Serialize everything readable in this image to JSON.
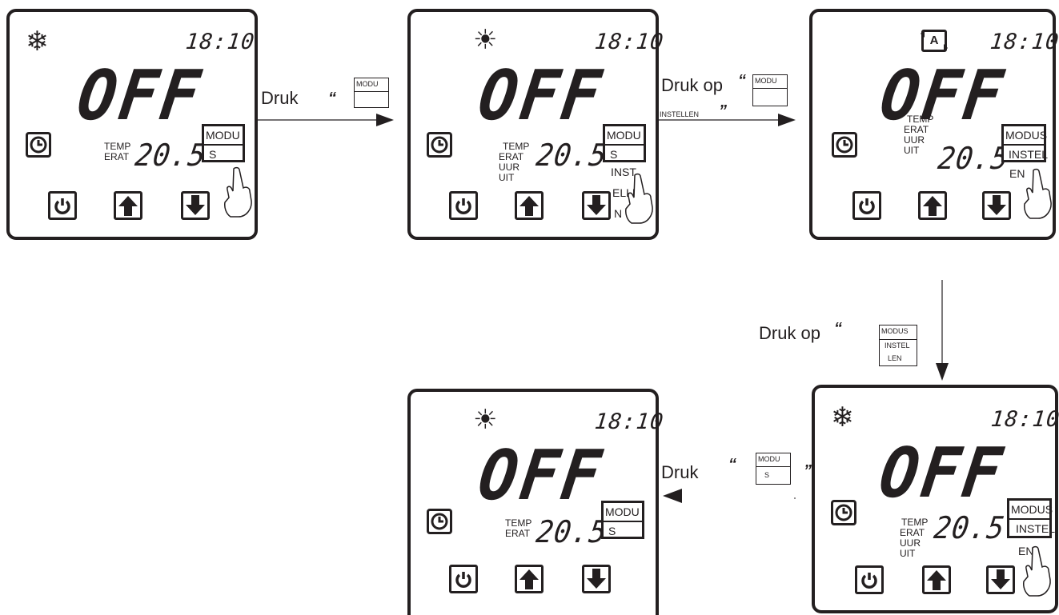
{
  "display": {
    "clock": "18:10",
    "state": "OFF",
    "temp_value": "20.5",
    "temp_label_a": "TEMP",
    "temp_label_b": "ERAT",
    "temp_label_c": "UUR",
    "temp_label_d": "UIT"
  },
  "mode_button": {
    "short_top": "MODU",
    "short_bottom": "S",
    "long_top": "MODUS",
    "long_bottom": "INSTEL",
    "long_extra": "EN",
    "overflow_1": "INST",
    "overflow_2": "ELLE",
    "overflow_3": "N"
  },
  "icons": {
    "cool": "snowflake-icon",
    "heat": "sun-icon",
    "auto": "auto-mode-icon",
    "auto_letter": "A",
    "timer": "clock-icon",
    "power": "power-icon",
    "up": "arrow-up-icon",
    "down": "arrow-down-icon",
    "press": "hand-pointer-icon"
  },
  "steps": {
    "step1_label": "Druk",
    "step1_quote_open": "“",
    "step1_key": "MODU",
    "step2_label": "Druk op",
    "step2_quote_open": "“",
    "step2_key": "MODU",
    "step2_caption": "INSTELLEN",
    "step2_quote_close": "”",
    "step3_label": "Druk op",
    "step3_quote_open": "“",
    "step3_key_1": "MODUS",
    "step3_key_2": "INSTEL",
    "step3_key_3": "LEN",
    "step4_label": "Druk",
    "step4_quote_open": "“",
    "step4_key_top": "MODU",
    "step4_key_bottom": "S",
    "step4_quote_close": "”"
  }
}
